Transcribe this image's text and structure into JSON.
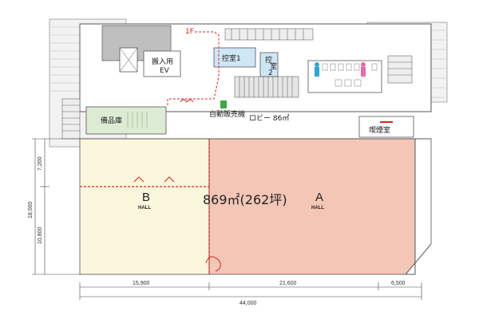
{
  "labels": {
    "to_1f": "1F",
    "control_room_1": "控室1",
    "control_room_2_line1": "控",
    "control_room_2_line2": "室",
    "control_room_2_line3": "2",
    "freight_ev_line1": "搬入用",
    "freight_ev_line2": "EV",
    "storage": "備品庫",
    "vending": "自動販売機",
    "lobby": "ロビー 86㎡",
    "smoking": "喫煙室",
    "hall_b": "B",
    "hall_b_sub": "HALL",
    "hall_a": "A",
    "hall_a_sub": "HALL",
    "hall_area": "869㎡(262坪)"
  },
  "dimensions": {
    "left_top": "7,200",
    "left_bottom": "10,800",
    "left_total": "18,000",
    "bottom_b": "15,900",
    "bottom_a": "21,600",
    "bottom_right": "6,500",
    "bottom_total": "44,000"
  },
  "colors": {
    "hall_b_fill": "#fbf7dc",
    "hall_a_fill": "#f3c6b6",
    "storage_fill": "#dcebd3",
    "control_fill": "#cfe6f5",
    "wall": "#555555",
    "red_line": "#e02020",
    "grey_area": "#bfbfbf"
  }
}
